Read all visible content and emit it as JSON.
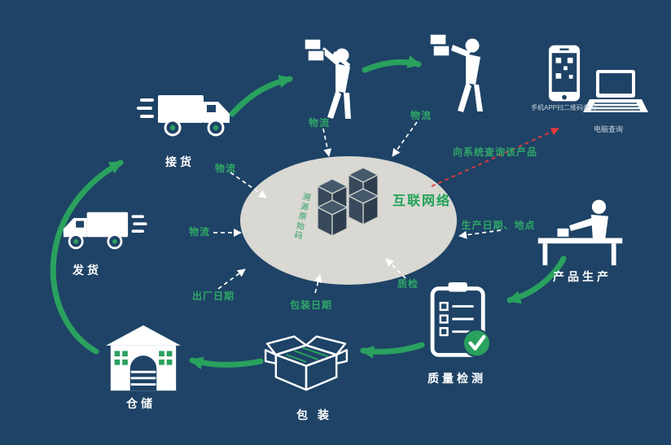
{
  "colors": {
    "background": "#1e4366",
    "green": "#2aa15e",
    "red": "#e23b3b",
    "ellipse": "#d9d8d3",
    "white": "#ffffff"
  },
  "center": {
    "network": "互联网络",
    "trace": "溯源原始码"
  },
  "nodes": {
    "receive": "接货",
    "dispatch": "发货",
    "warehouse": "仓储",
    "packaging": "包 装",
    "quality": "质量检测",
    "production": "产品生产"
  },
  "flows": {
    "logistics_tl": "物流",
    "logistics_tc": "物流",
    "logistics_tr": "物流",
    "logistics_left": "物流",
    "production_info": "生产日期、地点",
    "quality_check": "质检",
    "packaging_date": "包装日期",
    "factory_date": "出厂日期",
    "query": "向系统查询该产品"
  },
  "devices": {
    "phone_caption": "手机APP扫二维码查询",
    "computer_caption": "电脑查询"
  }
}
